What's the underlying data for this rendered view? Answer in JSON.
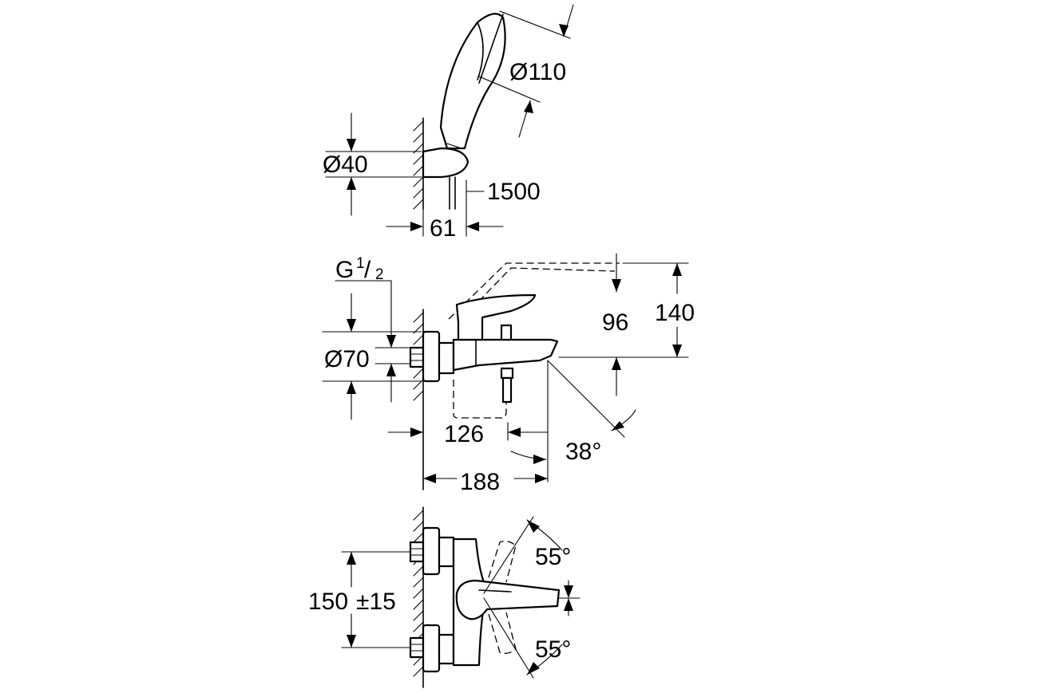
{
  "dimensions": {
    "handshower_diameter": "Ø110",
    "holder_diameter": "Ø40",
    "hose_length": "1500",
    "holder_projection": "61",
    "thread_g": "G",
    "thread_numerator": "1",
    "thread_slash": "/",
    "thread_denominator": "2",
    "rosette_diameter": "Ø70",
    "lever_height": "96",
    "total_height": "140",
    "spout_outlet_distance": "126",
    "spout_projection": "188",
    "spout_angle": "38°",
    "centre_distance": "150",
    "centre_tolerance": "±15",
    "lever_angle_up": "55°",
    "lever_angle_down": "55°"
  }
}
